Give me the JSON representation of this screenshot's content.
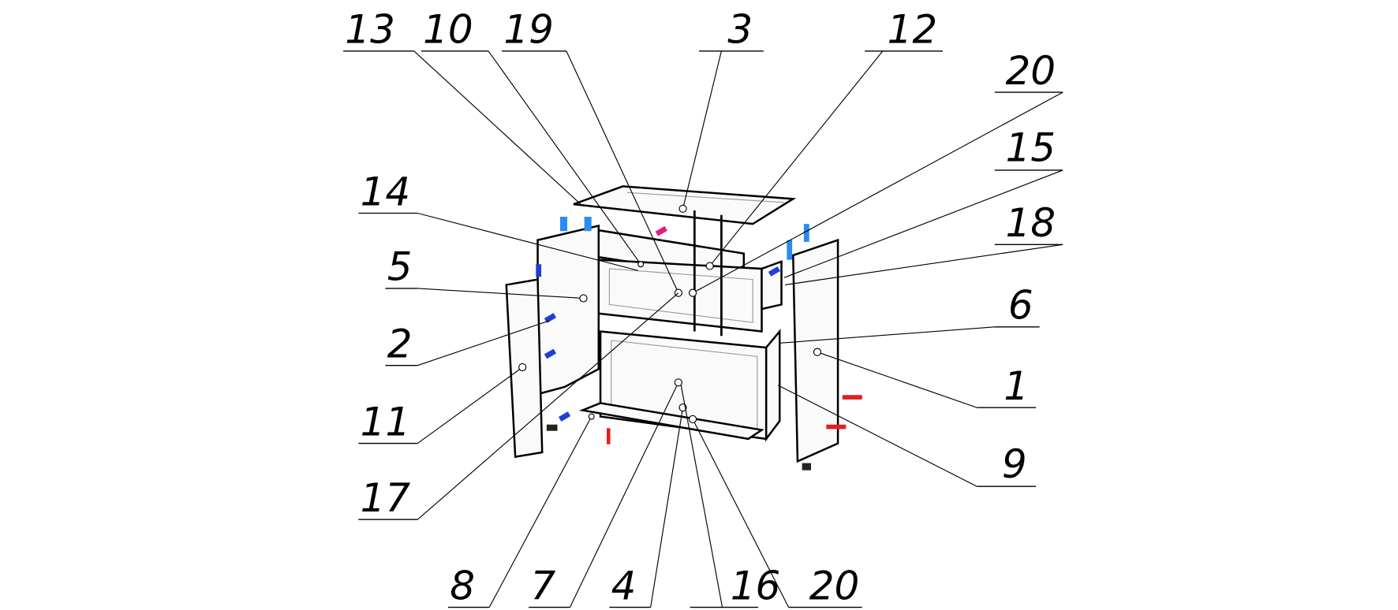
{
  "diagram": {
    "title": "Exploded assembly view of a two-drawer cabinet",
    "callouts": [
      "13",
      "10",
      "19",
      "3",
      "12",
      "20",
      "15",
      "18",
      "14",
      "5",
      "2",
      "11",
      "17",
      "6",
      "1",
      "9",
      "8",
      "7",
      "4",
      "16",
      "20"
    ],
    "colors": {
      "line": "#000000",
      "hidden": "#999999",
      "fastener_blue": "#1f3fd6",
      "fastener_light_blue": "#2a8cf0",
      "fastener_red": "#e02020",
      "fastener_pink": "#e0207a"
    }
  }
}
